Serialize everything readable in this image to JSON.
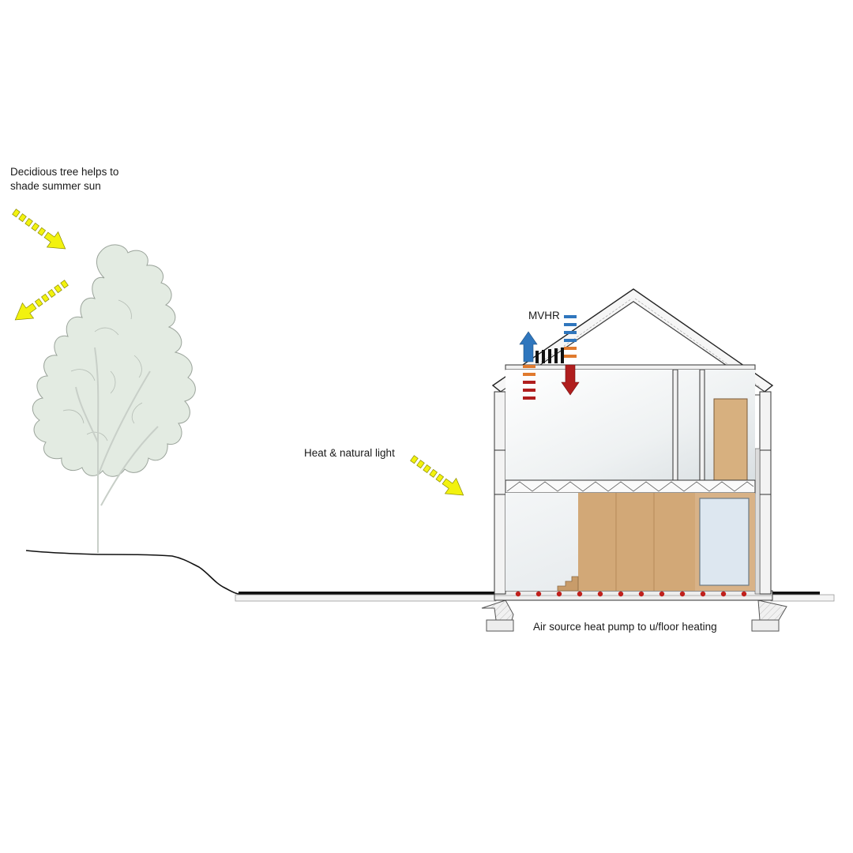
{
  "labels": {
    "tree_line1": "Decidious tree helps to",
    "tree_line2": "shade summer sun",
    "heat_light": "Heat & natural light",
    "mvhr": "MVHR",
    "heat_pump": "Air source heat pump to u/floor heating"
  },
  "colors": {
    "sun_arrow": "#f2f20f",
    "sun_arrow_stroke": "#8a8a00",
    "tree_fill": "#e3ebe2",
    "tree_stroke": "#9aa39a",
    "cold_air": "#2f76bd",
    "warm_air": "#b01e1e",
    "mid_air": "#e07a2e",
    "timber": "#d2a877",
    "glazing": "#dde7f0",
    "ufh_dot": "#c0201c"
  },
  "icons": {
    "sun_arrow": "dashed-arrow-icon",
    "air_out": "arrow-up-icon",
    "air_in": "arrow-down-icon"
  }
}
